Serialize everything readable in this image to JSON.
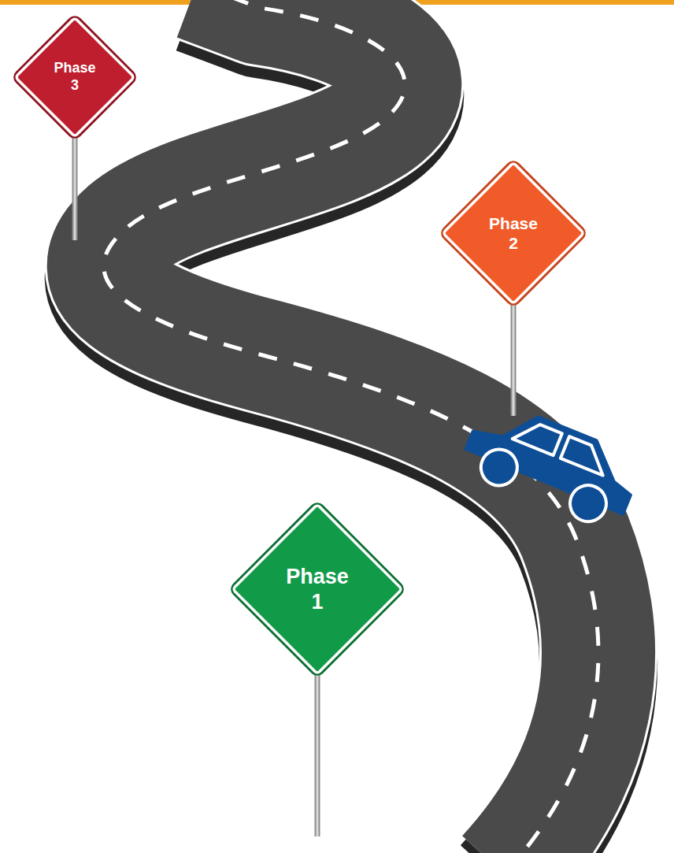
{
  "diagram": {
    "nodes": [
      {
        "text": [
          "Phase 1"
        ]
      },
      {
        "text": [
          "Phase 2"
        ]
      },
      {
        "text": [
          "Phase 3"
        ]
      }
    ]
  }
}
